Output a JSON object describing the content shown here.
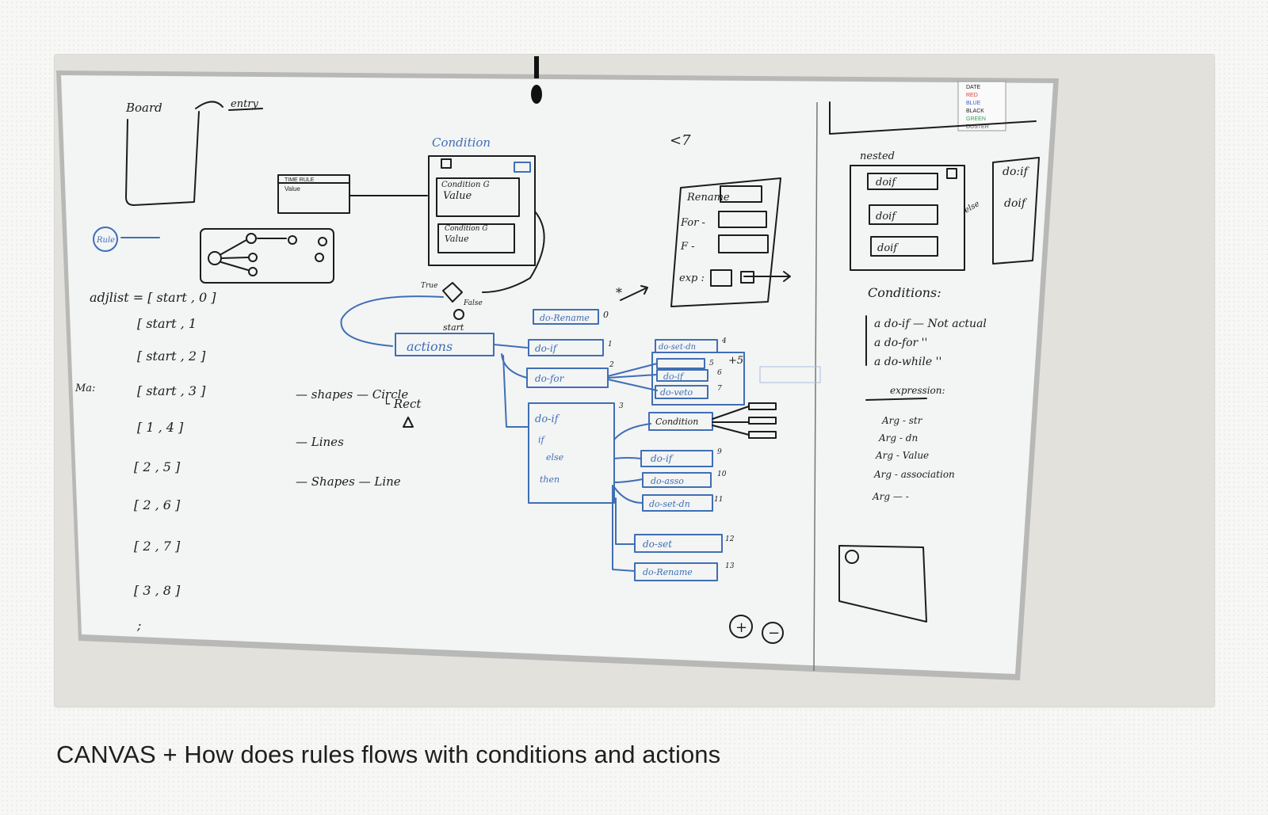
{
  "caption": "CANVAS + How does rules flows with conditions and actions",
  "photo": {
    "label": "Whiteboard photo",
    "sticker_colors": [
      "#ffffff",
      "#d9423a",
      "#3a63c8",
      "#222222",
      "#3aa05a",
      "#888888"
    ],
    "board": {
      "top_left": {
        "board_label": "Board",
        "arrow_label": "entry",
        "rule_label": "Rule",
        "time_rule_title": "TIME RULE",
        "time_rule_value": "Value",
        "adjlist": [
          "adjlist = [ start , 0 ]",
          "[ start , 1",
          "[ start , 2 ]",
          "[ start , 3 ]",
          "[ 1 , 4 ]",
          "[ 2 , 5 ]",
          "[ 2 , 6 ]",
          "[ 2 , 7 ]",
          "[ 3 , 8 ]",
          ";"
        ],
        "ma_label": "Ma:"
      },
      "shapes_list": [
        "— shapes — Circle",
        "└ Rect",
        "— Lines",
        "— Shapes — Line"
      ],
      "condition_block": {
        "title": "Condition",
        "rows": [
          "Condition G",
          "Value",
          "Condition G",
          "Value"
        ],
        "true_label": "True",
        "false_label": "False",
        "start_label": "start"
      },
      "flow": {
        "actions": "actions",
        "nodes": [
          "do-Rename",
          "do-if",
          "do-for",
          "do-if",
          "do-set-dn",
          "do-if",
          "do-veto",
          "Condition",
          "do-if",
          "do-asso",
          "do-set-dn",
          "do-set",
          "do-Rename"
        ],
        "nums": [
          "0",
          "1",
          "2",
          "3",
          "4",
          "5",
          "6",
          "7",
          "9",
          "10",
          "11",
          "12",
          "13"
        ],
        "plus_label": "+5",
        "inner_labels": [
          "if",
          "else",
          "then"
        ]
      },
      "right_middle": {
        "code": "<7",
        "form_rows": [
          "Rename",
          "For -",
          "F -",
          "exp :"
        ],
        "star": "*"
      },
      "right_panel": {
        "nested": "nested",
        "doif_items": [
          "doif",
          "doif",
          "doif",
          "do:if",
          "doif"
        ],
        "else_label": "else",
        "conditions_title": "Conditions:",
        "conditions": [
          "a do-if  — Not actual",
          "a do-for  ''",
          "a do-while  ''"
        ],
        "expressions_title": "expression:",
        "expressions": [
          "Arg - str",
          "Arg - dn",
          "Arg - Value",
          "Arg - association",
          "Arg — -"
        ]
      },
      "zoom": {
        "plus": "+",
        "minus": "−"
      },
      "sticker": [
        "DATE",
        "RED",
        "BLUE",
        "BLACK",
        "GREEN",
        "DUSTER"
      ]
    }
  }
}
